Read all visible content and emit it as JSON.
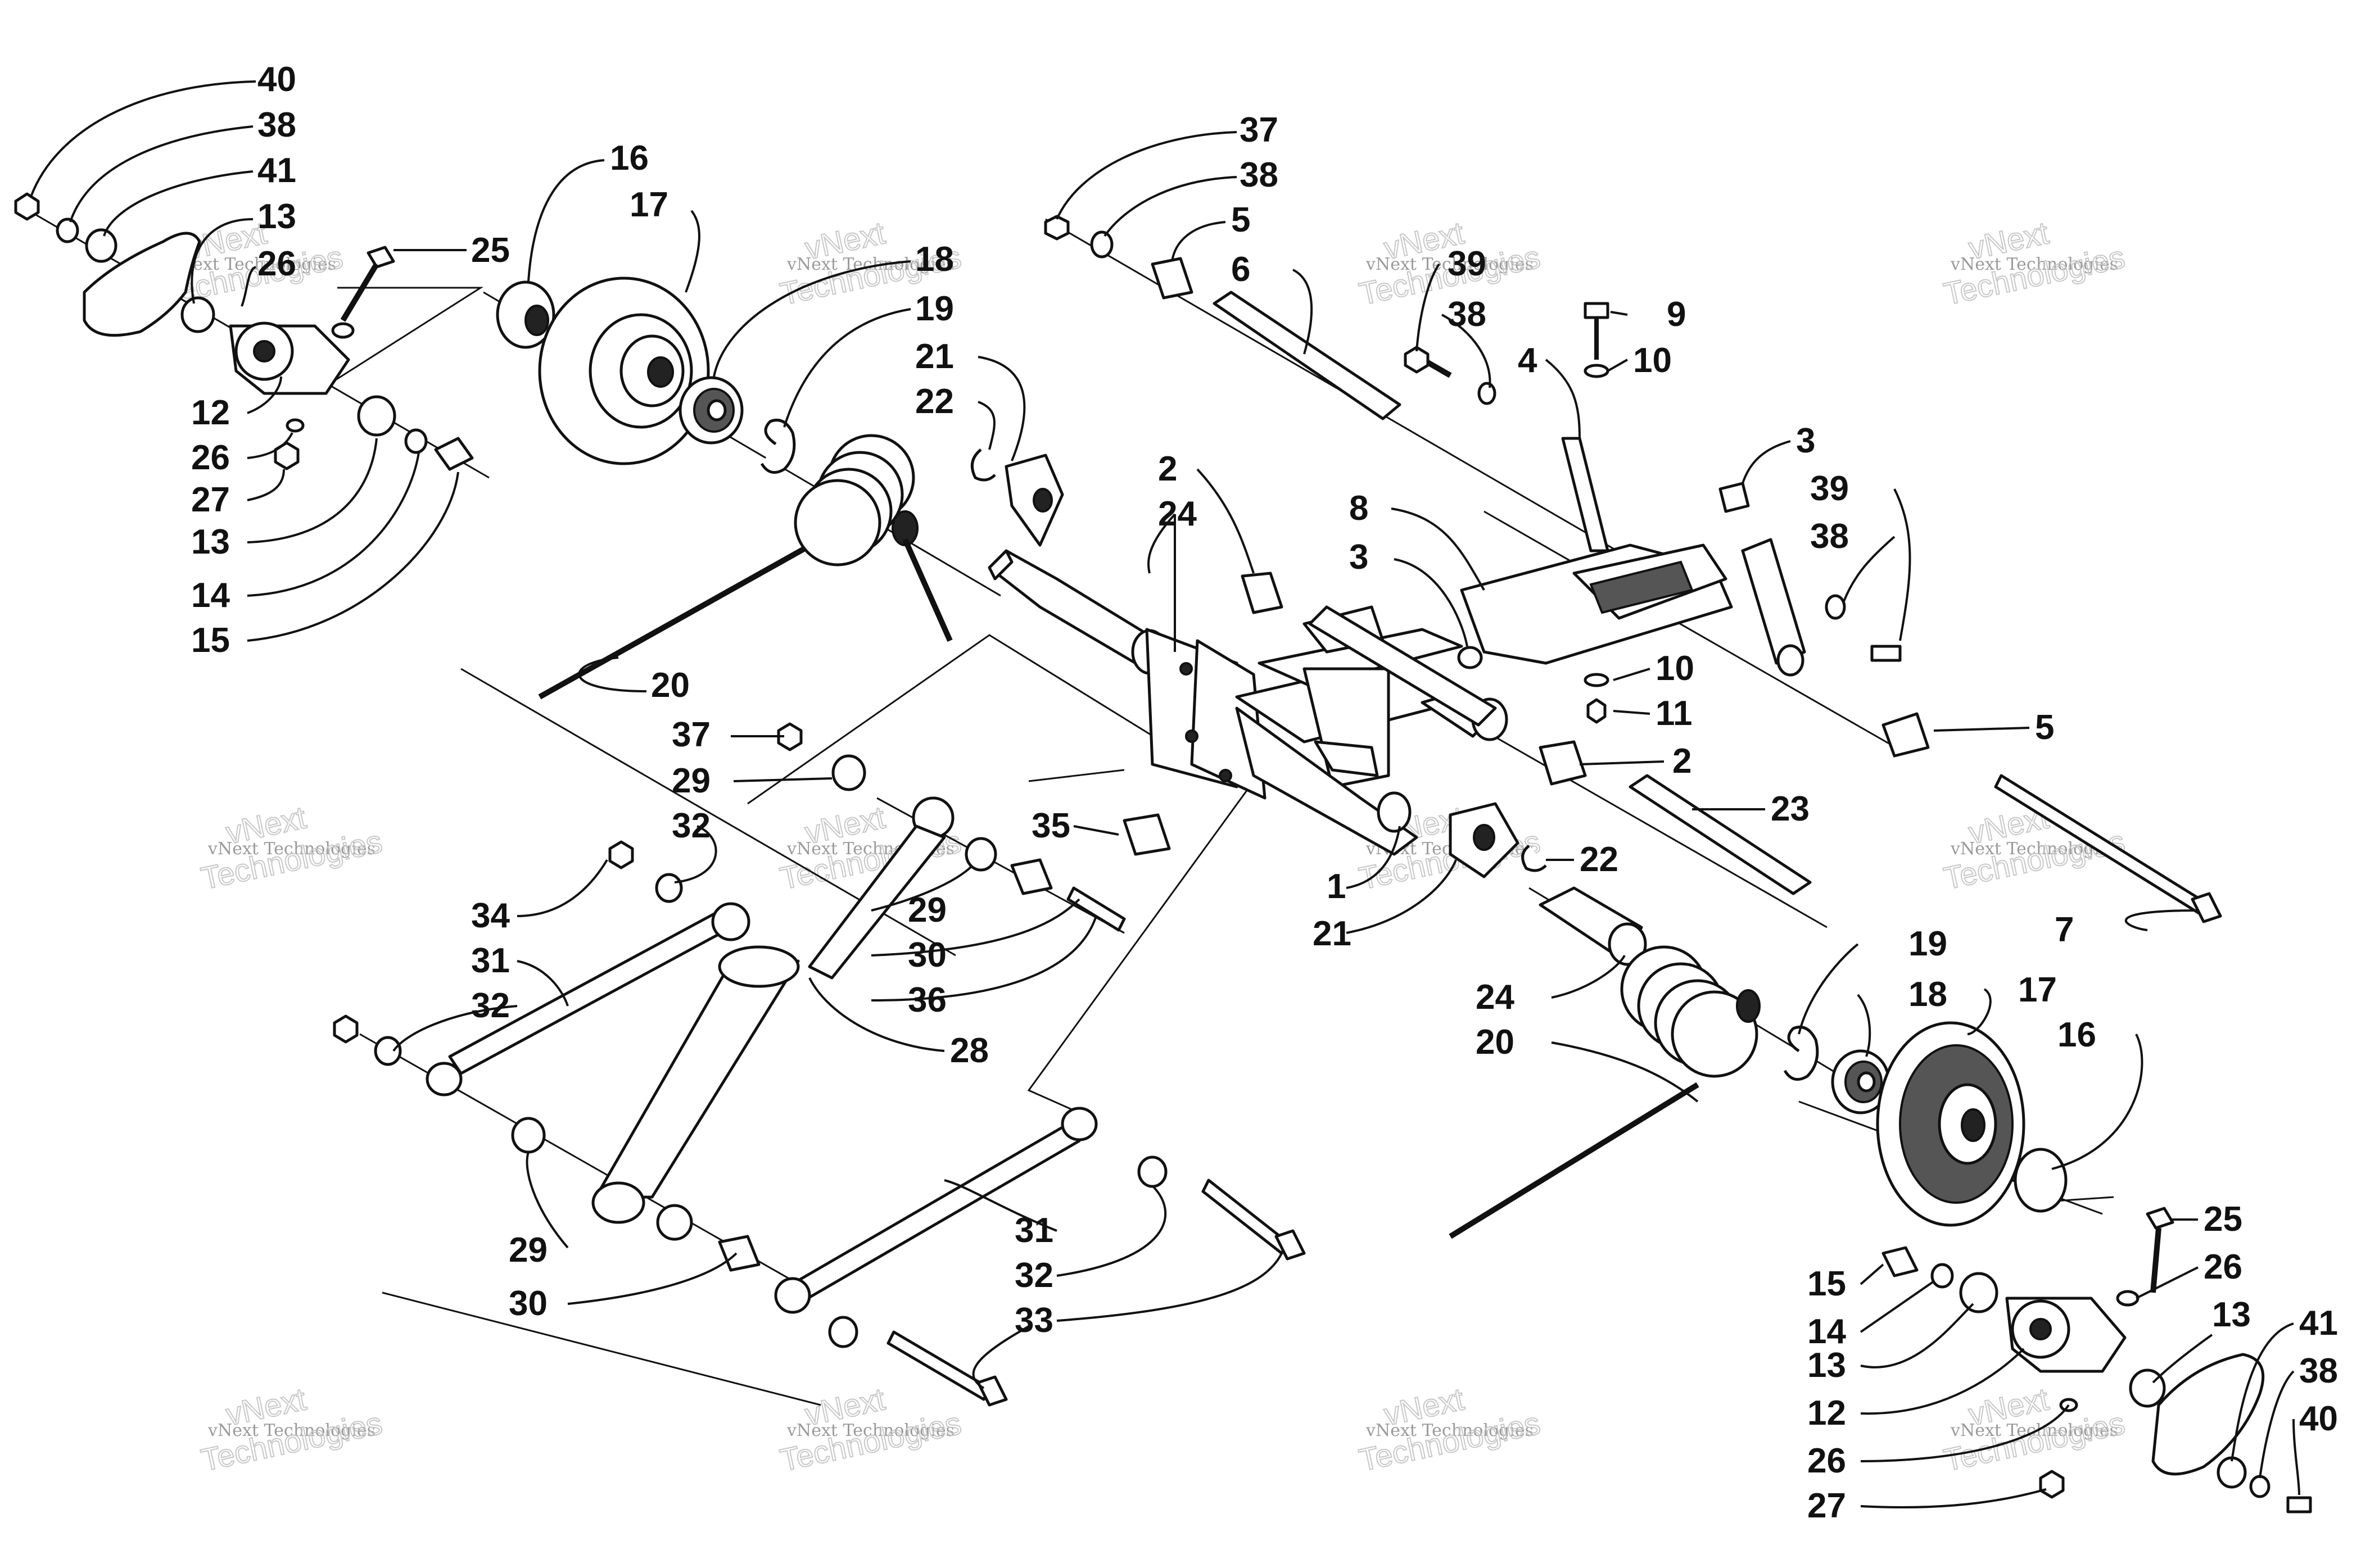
{
  "watermark": {
    "line1": "vNext Technologies",
    "line2": "vNext",
    "line3": "Technologies"
  },
  "callouts": [
    {
      "id": "c40a",
      "label": "40"
    },
    {
      "id": "c38a",
      "label": "38"
    },
    {
      "id": "c41a",
      "label": "41"
    },
    {
      "id": "c13a",
      "label": "13"
    },
    {
      "id": "c26a",
      "label": "26"
    },
    {
      "id": "c25a",
      "label": "25"
    },
    {
      "id": "c12a",
      "label": "12"
    },
    {
      "id": "c26b",
      "label": "26"
    },
    {
      "id": "c27a",
      "label": "27"
    },
    {
      "id": "c13b",
      "label": "13"
    },
    {
      "id": "c14a",
      "label": "14"
    },
    {
      "id": "c15a",
      "label": "15"
    },
    {
      "id": "c16a",
      "label": "16"
    },
    {
      "id": "c17a",
      "label": "17"
    },
    {
      "id": "c18a",
      "label": "18"
    },
    {
      "id": "c19a",
      "label": "19"
    },
    {
      "id": "c21a",
      "label": "21"
    },
    {
      "id": "c22a",
      "label": "22"
    },
    {
      "id": "c20a",
      "label": "20"
    },
    {
      "id": "c37a",
      "label": "37"
    },
    {
      "id": "c38b",
      "label": "38"
    },
    {
      "id": "c5a",
      "label": "5"
    },
    {
      "id": "c6a",
      "label": "6"
    },
    {
      "id": "c39a",
      "label": "39"
    },
    {
      "id": "c38c",
      "label": "38"
    },
    {
      "id": "c9a",
      "label": "9"
    },
    {
      "id": "c10a",
      "label": "10"
    },
    {
      "id": "c4a",
      "label": "4"
    },
    {
      "id": "c3a",
      "label": "3"
    },
    {
      "id": "c39b",
      "label": "39"
    },
    {
      "id": "c38d",
      "label": "38"
    },
    {
      "id": "c2a",
      "label": "2"
    },
    {
      "id": "c24a",
      "label": "24"
    },
    {
      "id": "c8a",
      "label": "8"
    },
    {
      "id": "c3b",
      "label": "3"
    },
    {
      "id": "c10b",
      "label": "10"
    },
    {
      "id": "c11a",
      "label": "11"
    },
    {
      "id": "c5b",
      "label": "5"
    },
    {
      "id": "c2b",
      "label": "2"
    },
    {
      "id": "c23a",
      "label": "23"
    },
    {
      "id": "c37b",
      "label": "37"
    },
    {
      "id": "c29a",
      "label": "29"
    },
    {
      "id": "c32a",
      "label": "32"
    },
    {
      "id": "c35a",
      "label": "35"
    },
    {
      "id": "c1a",
      "label": "1"
    },
    {
      "id": "c21b",
      "label": "21"
    },
    {
      "id": "c22b",
      "label": "22"
    },
    {
      "id": "c34a",
      "label": "34"
    },
    {
      "id": "c31a",
      "label": "31"
    },
    {
      "id": "c32b",
      "label": "32"
    },
    {
      "id": "c29b",
      "label": "29"
    },
    {
      "id": "c30a",
      "label": "30"
    },
    {
      "id": "c36a",
      "label": "36"
    },
    {
      "id": "c28a",
      "label": "28"
    },
    {
      "id": "c7a",
      "label": "7"
    },
    {
      "id": "c24b",
      "label": "24"
    },
    {
      "id": "c20b",
      "label": "20"
    },
    {
      "id": "c19b",
      "label": "19"
    },
    {
      "id": "c18b",
      "label": "18"
    },
    {
      "id": "c17b",
      "label": "17"
    },
    {
      "id": "c16b",
      "label": "16"
    },
    {
      "id": "c29c",
      "label": "29"
    },
    {
      "id": "c30b",
      "label": "30"
    },
    {
      "id": "c31b",
      "label": "31"
    },
    {
      "id": "c32c",
      "label": "32"
    },
    {
      "id": "c33a",
      "label": "33"
    },
    {
      "id": "c25b",
      "label": "25"
    },
    {
      "id": "c15b",
      "label": "15"
    },
    {
      "id": "c26c",
      "label": "26"
    },
    {
      "id": "c14b",
      "label": "14"
    },
    {
      "id": "c13c",
      "label": "13"
    },
    {
      "id": "c41b",
      "label": "41"
    },
    {
      "id": "c13d",
      "label": "13"
    },
    {
      "id": "c38e",
      "label": "38"
    },
    {
      "id": "c12b",
      "label": "12"
    },
    {
      "id": "c40b",
      "label": "40"
    },
    {
      "id": "c26d",
      "label": "26"
    },
    {
      "id": "c27b",
      "label": "27"
    }
  ]
}
